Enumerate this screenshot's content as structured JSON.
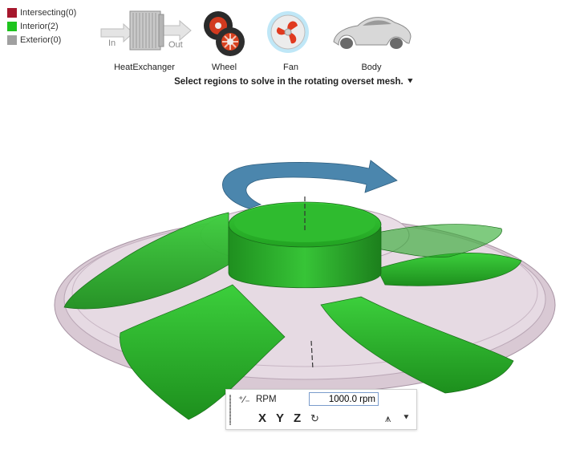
{
  "legend": [
    {
      "label": "Intersecting(0)",
      "color": "#a6172d"
    },
    {
      "label": "Interior(2)",
      "color": "#1ec41e"
    },
    {
      "label": "Exterior(0)",
      "color": "#a0a0a0"
    }
  ],
  "ribbon": {
    "in_label": "In",
    "out_label": "Out",
    "items": [
      {
        "label": "HeatExchanger",
        "icon": "heat-exchanger-icon"
      },
      {
        "label": "Wheel",
        "icon": "wheel-icon"
      },
      {
        "label": "Fan",
        "icon": "fan-icon",
        "selected": true
      },
      {
        "label": "Body",
        "icon": "car-body-icon"
      }
    ]
  },
  "prompt": "Select regions to solve in the rotating overset mesh.",
  "rpm_panel": {
    "label": "RPM",
    "value": "1000.0 rpm",
    "axes": [
      "X",
      "Y",
      "Z"
    ]
  },
  "colors": {
    "blade_green": "#2fb52f",
    "shroud": "#d8c6d3",
    "arrow": "#4b86ad"
  }
}
